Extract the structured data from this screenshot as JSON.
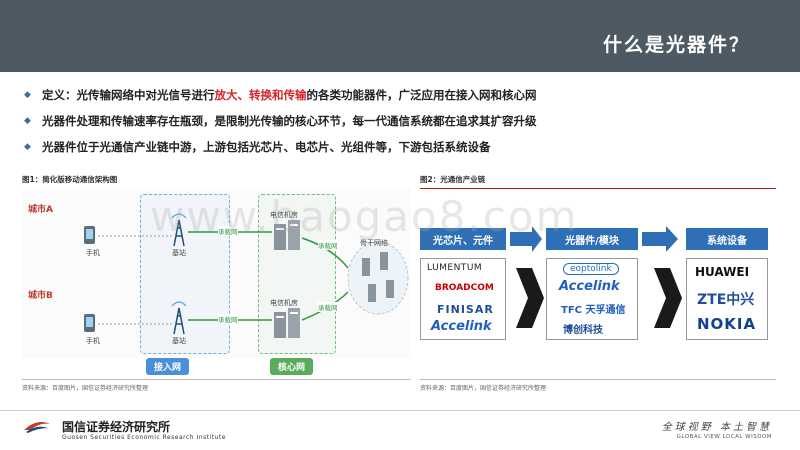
{
  "header": {
    "title": "什么是光器件？"
  },
  "bullets": [
    {
      "pre": "定义：光传输网络中对光信号进行",
      "hl": "放大、转换和传输",
      "post": "的各类功能器件，广泛应用在接入网和核心网"
    },
    {
      "pre": "光器件处理和传输速率存在瓶颈，是限制光传输的核心环节，每一代通信系统都在追求其扩容升级",
      "hl": "",
      "post": ""
    },
    {
      "pre": "光器件位于光通信产业链中游，上游包括光芯片、电芯片、光组件等，下游包括系统设备",
      "hl": "",
      "post": ""
    }
  ],
  "fig1": {
    "title": "图1：简化版移动通信架构图",
    "source": "资料来源：百度图片，国信证券经济研究所整理",
    "cityA": "城市A",
    "cityB": "城市B",
    "phone": "手机",
    "station": "基站",
    "telecom_room": "电信机房",
    "backbone": "骨干网络",
    "bearer_net": "承载网",
    "access_net": "接入网",
    "core_net": "核心网"
  },
  "fig2": {
    "title": "图2：光通信产业链",
    "source": "资料来源：百度图片，国信证券经济研究所整理",
    "stages": [
      "光芯片、元件",
      "光器件/模块",
      "系统设备"
    ],
    "upstream_logos": [
      "LUMENTUM",
      "BROADCOM",
      "FINISAR",
      "Accelink"
    ],
    "midstream_logos": [
      "eoptolink",
      "Accelink",
      "TFC 天孚通信",
      "博创科技"
    ],
    "downstream_logos": [
      "HUAWEI",
      "ZTE中兴",
      "NOKIA"
    ]
  },
  "watermark": "www.baogao8.com",
  "footer": {
    "company_cn": "国信证券经济研究所",
    "company_en": "Guosen Securities Economic Research Institute",
    "slogan_cn": "全球视野  本土智慧",
    "slogan_en": "GLOBAL VIEW   LOCAL WISDOM"
  },
  "colors": {
    "header_bg": "#4e5a63",
    "accent_red": "#d9252a",
    "chain_blue": "#2f6fb5"
  }
}
